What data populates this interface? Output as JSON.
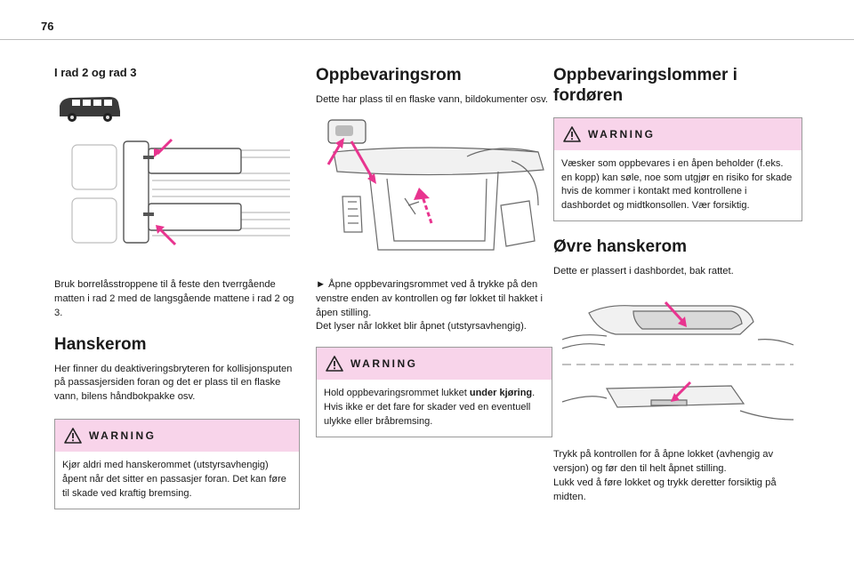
{
  "page_number": "76",
  "col1": {
    "subheading": "I rad 2 og rad 3",
    "mats_paragraph": "Bruk borrelåsstroppene til å feste den tverrgående matten i rad 2 med de langsgående mattene i rad 2 og 3.",
    "section_title": "Hanskerom",
    "section_paragraph": "Her finner du deaktiveringsbryteren for kollisjonsputen på passasjersiden foran og det er plass til en flaske vann, bilens håndbokpakke osv.",
    "warning": {
      "title": "WARNING",
      "text": "Kjør aldri med hanskerommet (utstyrsavhengig) åpent når det sitter en passasjer foran. Det kan føre til skade ved kraftig bremsing."
    }
  },
  "col2": {
    "section_title": "Oppbevaringsrom",
    "intro": "Dette har plass til en flaske vann, bildokumenter osv.",
    "instruction_1": "► Åpne oppbevaringsrommet ved å trykke på den venstre enden av kontrollen og før lokket til hakket i åpen stilling.",
    "instruction_2": "Det lyser når lokket blir åpnet (utstyrsavhengig).",
    "warning": {
      "title": "WARNING",
      "text_before": "Hold oppbevaringsrommet lukket ",
      "text_bold": "under kjøring",
      "text_after": ". Hvis ikke er det fare for skader ved en eventuell ulykke eller bråbremsing."
    }
  },
  "col3": {
    "section_title": "Oppbevaringslommer i fordøren",
    "warning": {
      "title": "WARNING",
      "text": "Væsker som oppbevares i en åpen beholder (f.eks. en kopp) kan søle, noe som utgjør en risiko for skade hvis de kommer i kontakt med kontrollene i dashbordet og midtkonsollen. Vær forsiktig."
    },
    "section2_title": "Øvre hanskerom",
    "section2_intro": "Dette er plassert i dashbordet, bak rattet.",
    "instruction_1": "Trykk på kontrollen for å åpne lokket (avhengig av versjon) og før den til helt åpnet stilling.",
    "instruction_2": "Lukk ved å føre lokket og trykk deretter forsiktig på midten."
  },
  "colors": {
    "warning_header": "#f8d4ea",
    "arrow": "#e8348f",
    "rule": "#bdbdbd"
  }
}
